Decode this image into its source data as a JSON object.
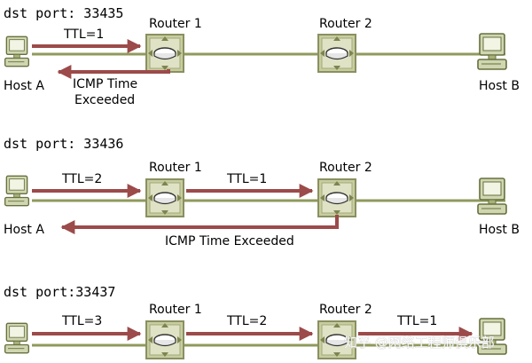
{
  "colors": {
    "link": "#8f9a5c",
    "forward_arrow": "#9c4a4a",
    "return_arrow": "#9c4a4a",
    "router_fill": "#c8cda0",
    "router_border": "#8a9060",
    "host_fill": "#cfd6b0",
    "host_border": "#66703e"
  },
  "icons": {
    "host": "computer-host-icon",
    "router": "router-icon"
  },
  "panels": [
    {
      "port_label": "dst port: 33435",
      "nodes": {
        "host_a": "Host A",
        "router_1": "Router 1",
        "router_2": "Router 2",
        "host_b": "Host B"
      },
      "hops": [
        {
          "label": "TTL=1"
        }
      ],
      "icmp": {
        "line1": "ICMP Time",
        "line2": "Exceeded"
      }
    },
    {
      "port_label": "dst port: 33436",
      "nodes": {
        "host_a": "Host A",
        "router_1": "Router 1",
        "router_2": "Router 2",
        "host_b": "Host B"
      },
      "hops": [
        {
          "label": "TTL=2"
        },
        {
          "label": "TTL=1"
        }
      ],
      "icmp": {
        "line1": "ICMP Time Exceeded"
      }
    },
    {
      "port_label": "dst port:33437",
      "nodes": {
        "router_1": "Router 1",
        "router_2": "Router 2"
      },
      "hops": [
        {
          "label": "TTL=3"
        },
        {
          "label": "TTL=2"
        },
        {
          "label": "TTL=1"
        }
      ]
    }
  ],
  "watermark": "知乎 @网络工程师俱乐部"
}
